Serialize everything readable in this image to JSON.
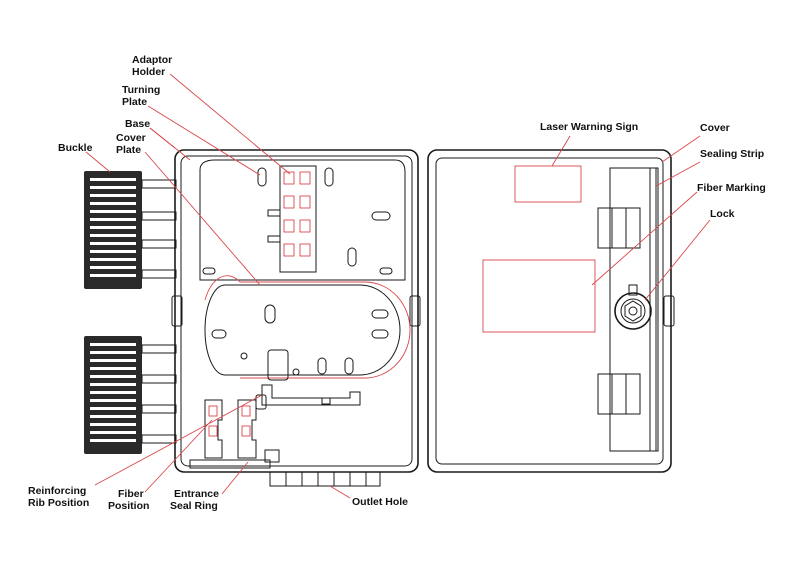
{
  "labels": {
    "adaptor_holder_1": "Adaptor",
    "adaptor_holder_2": "Holder",
    "turning_plate_1": "Turning",
    "turning_plate_2": "Plate",
    "base": "Base",
    "cover_plate_1": "Cover",
    "cover_plate_2": "Plate",
    "buckle": "Buckle",
    "laser_warning_sign": "Laser Warning Sign",
    "cover": "Cover",
    "sealing_strip": "Sealing Strip",
    "fiber_marking": "Fiber Marking",
    "lock": "Lock",
    "reinforcing_rib_1": "Reinforcing",
    "reinforcing_rib_2": "Rib Position",
    "fiber_position_1": "Fiber",
    "fiber_position_2": "Position",
    "entrance_seal_1": "Entrance",
    "entrance_seal_2": "Seal Ring",
    "outlet_hole": "Outlet Hole"
  },
  "colors": {
    "outline": "#1a1a1a",
    "leader": "#d9484c",
    "buckle_fill": "#2a2a2a"
  }
}
